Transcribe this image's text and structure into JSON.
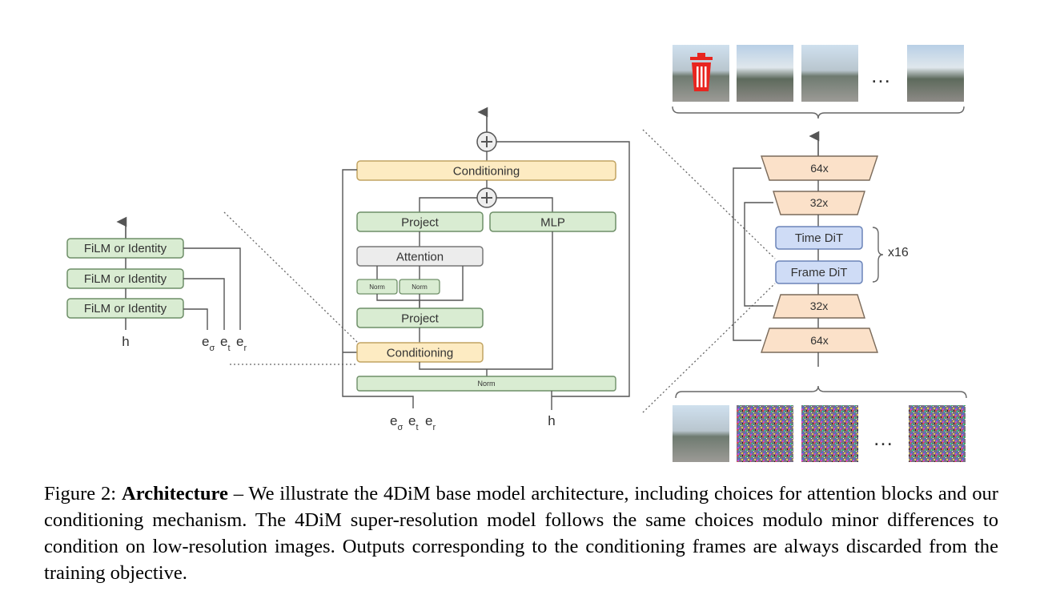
{
  "film_block": {
    "layers": [
      "FiLM or Identity",
      "FiLM or Identity",
      "FiLM or Identity"
    ],
    "input_h": "h",
    "inputs_e": [
      {
        "base": "e",
        "sub": "σ"
      },
      {
        "base": "e",
        "sub": "t"
      },
      {
        "base": "e",
        "sub": "r"
      }
    ]
  },
  "transformer_block": {
    "conditioning_top": "Conditioning",
    "project_top": "Project",
    "mlp": "MLP",
    "attention": "Attention",
    "norm_small": [
      "Norm",
      "Norm"
    ],
    "project_bottom": "Project",
    "conditioning_bottom": "Conditioning",
    "norm_bottom": "Norm",
    "input_h": "h",
    "inputs_e": [
      {
        "base": "e",
        "sub": "σ"
      },
      {
        "base": "e",
        "sub": "t"
      },
      {
        "base": "e",
        "sub": "r"
      }
    ]
  },
  "unet": {
    "top_64": "64x",
    "top_32": "32x",
    "time_dit": "Time DiT",
    "frame_dit": "Frame DiT",
    "repeat": "x16",
    "bottom_32": "32x",
    "bottom_64": "64x"
  },
  "frames": {
    "output_ellipsis": "…",
    "input_ellipsis": "…"
  },
  "colors": {
    "green_fill": "#d9ecd2",
    "green_stroke": "#6e8f68",
    "yellow_fill": "#fdebc2",
    "yellow_stroke": "#c2a462",
    "peach_fill": "#fbe1c9",
    "peach_stroke": "#7a6a5a",
    "blue_fill": "#cfdcf6",
    "blue_stroke": "#6b84b8",
    "gray_fill": "#ececec",
    "trash_red": "#e8251f"
  },
  "caption": {
    "prefix": "Figure 2: ",
    "bold": "Architecture",
    "text": " – We illustrate the 4DiM base model architecture, including choices for attention blocks and our conditioning mechanism. The 4DiM super-resolution model follows the same choices modulo minor differences to condition on low-resolution images. Outputs corresponding to the conditioning frames are always discarded from the training objective."
  }
}
